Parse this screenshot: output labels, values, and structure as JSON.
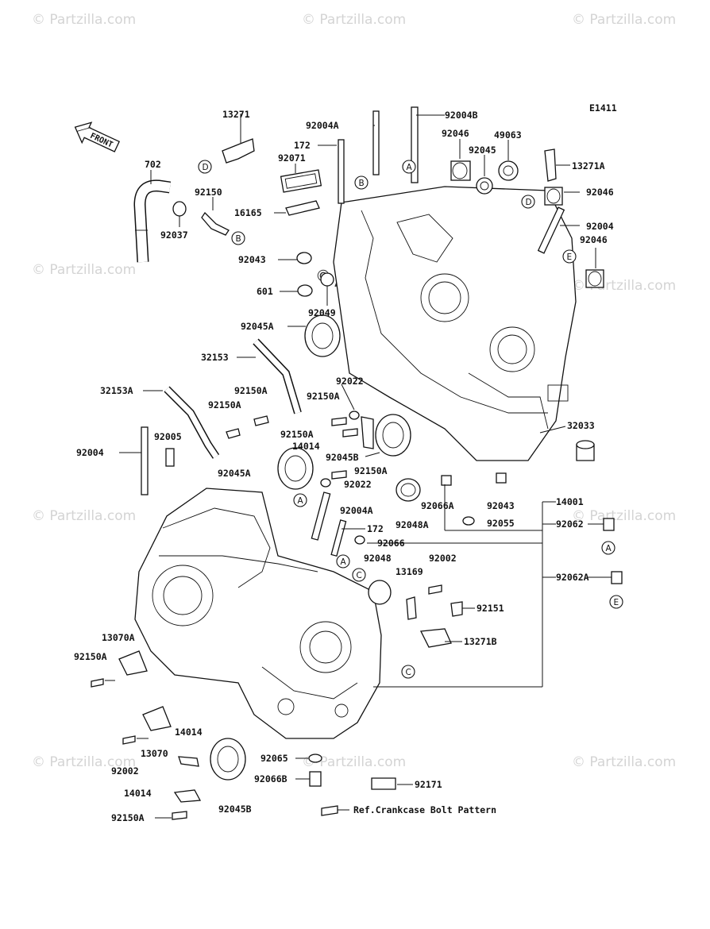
{
  "diagram_code": "E1411",
  "front_label": "FRONT",
  "watermark_text": "© Partzilla.com",
  "center_watermark": "© Partzilla.com",
  "reference_note": "Ref.Crankcase Bolt Pattern",
  "labels": {
    "l13271": "13271",
    "l92004B": "92004B",
    "l92004A": "92004A",
    "l172a": "172",
    "l92046a": "92046",
    "l49063": "49063",
    "l92045": "92045",
    "l13271A": "13271A",
    "l92071": "92071",
    "l702": "702",
    "l92150": "92150",
    "l16165": "16165",
    "l92046b": "92046",
    "l92037": "92037",
    "l92004": "92004",
    "l92046c": "92046",
    "l92043a": "92043",
    "l601": "601",
    "l92049": "92049",
    "l92045A_a": "92045A",
    "l32153": "32153",
    "l92022a": "92022",
    "l32153A": "32153A",
    "l92150A_a": "92150A",
    "l92150A_b": "92150A",
    "l92150A_c": "92150A",
    "l92150A_d": "92150A",
    "l14014a": "14014",
    "l92045B_a": "92045B",
    "l32033": "32033",
    "l92004b": "92004",
    "l92005": "92005",
    "l92045A_b": "92045A",
    "l92150A_e": "92150A",
    "l92022b": "92022",
    "l92004A_b": "92004A",
    "l172b": "172",
    "l14001": "14001",
    "l92066A": "92066A",
    "l92043b": "92043",
    "l92048A": "92048A",
    "l92055": "92055",
    "l92062": "92062",
    "l92066": "92066",
    "l92048": "92048",
    "l92002a": "92002",
    "l13169": "13169",
    "l92151": "92151",
    "l92062A": "92062A",
    "l13070A": "13070A",
    "l92150A_f": "92150A",
    "l13271B": "13271B",
    "l14014b": "14014",
    "l13070": "13070",
    "l92002b": "92002",
    "l92065": "92065",
    "l92066B": "92066B",
    "l92171": "92171",
    "l14014c": "14014",
    "l92045B_b": "92045B",
    "l92150A_g": "92150A"
  },
  "markers": {
    "D1": "D",
    "B1": "B",
    "B2": "B",
    "A1": "A",
    "D2": "D",
    "E1": "E",
    "A2": "A",
    "A3": "A",
    "C1": "C",
    "C2": "C",
    "A4": "A",
    "E2": "E"
  }
}
